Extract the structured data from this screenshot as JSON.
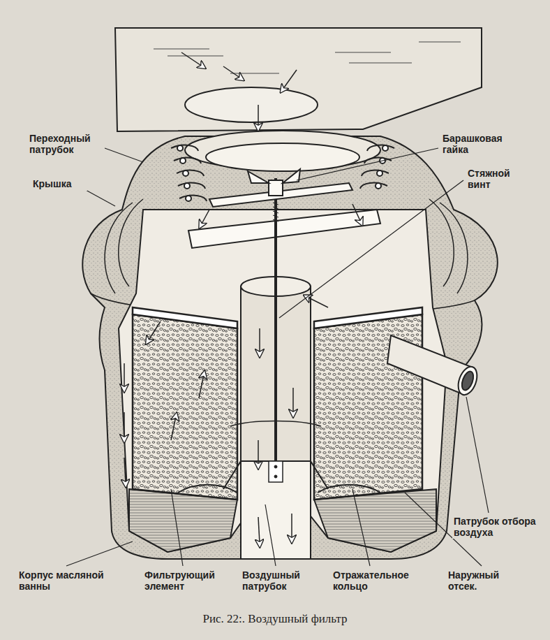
{
  "diagram": {
    "caption": "Рис. 22:. Воздушный фильтр",
    "labels": [
      "Переходный патрубок",
      "Крышка",
      "Барашковая гайка",
      "Стяжной винт",
      "Патрубок отбора воздуха",
      "Корпус масляной ванны",
      "Фильтрующий элемент",
      "Воздушный патрубок",
      "Отражательное кольцо",
      "Наружный отсек."
    ]
  }
}
